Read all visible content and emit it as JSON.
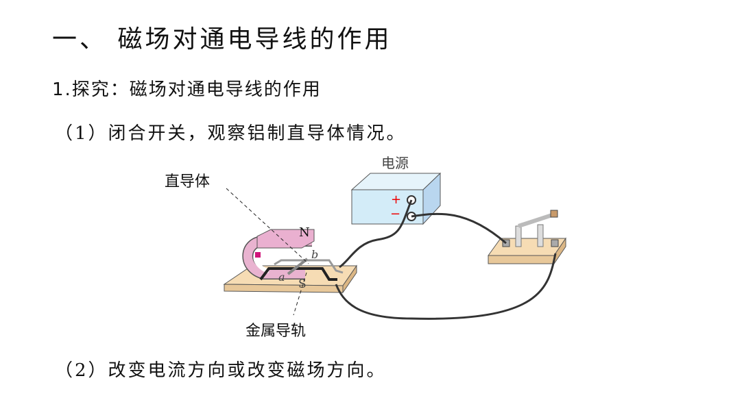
{
  "title": "一、 磁场对通电导线的作用",
  "subtitle": "1.探究：磁场对通电导线的作用",
  "step1": "（1）闭合开关，观察铝制直导体情况。",
  "step2": "（2）改变电流方向或改变磁场方向。",
  "diagram": {
    "conductor_label": "直导体",
    "power_label": "电源",
    "plus": "+",
    "minus": "−",
    "north": "N",
    "south": "S",
    "end_a": "a",
    "end_b": "b",
    "rail_label": "金属导轨"
  }
}
